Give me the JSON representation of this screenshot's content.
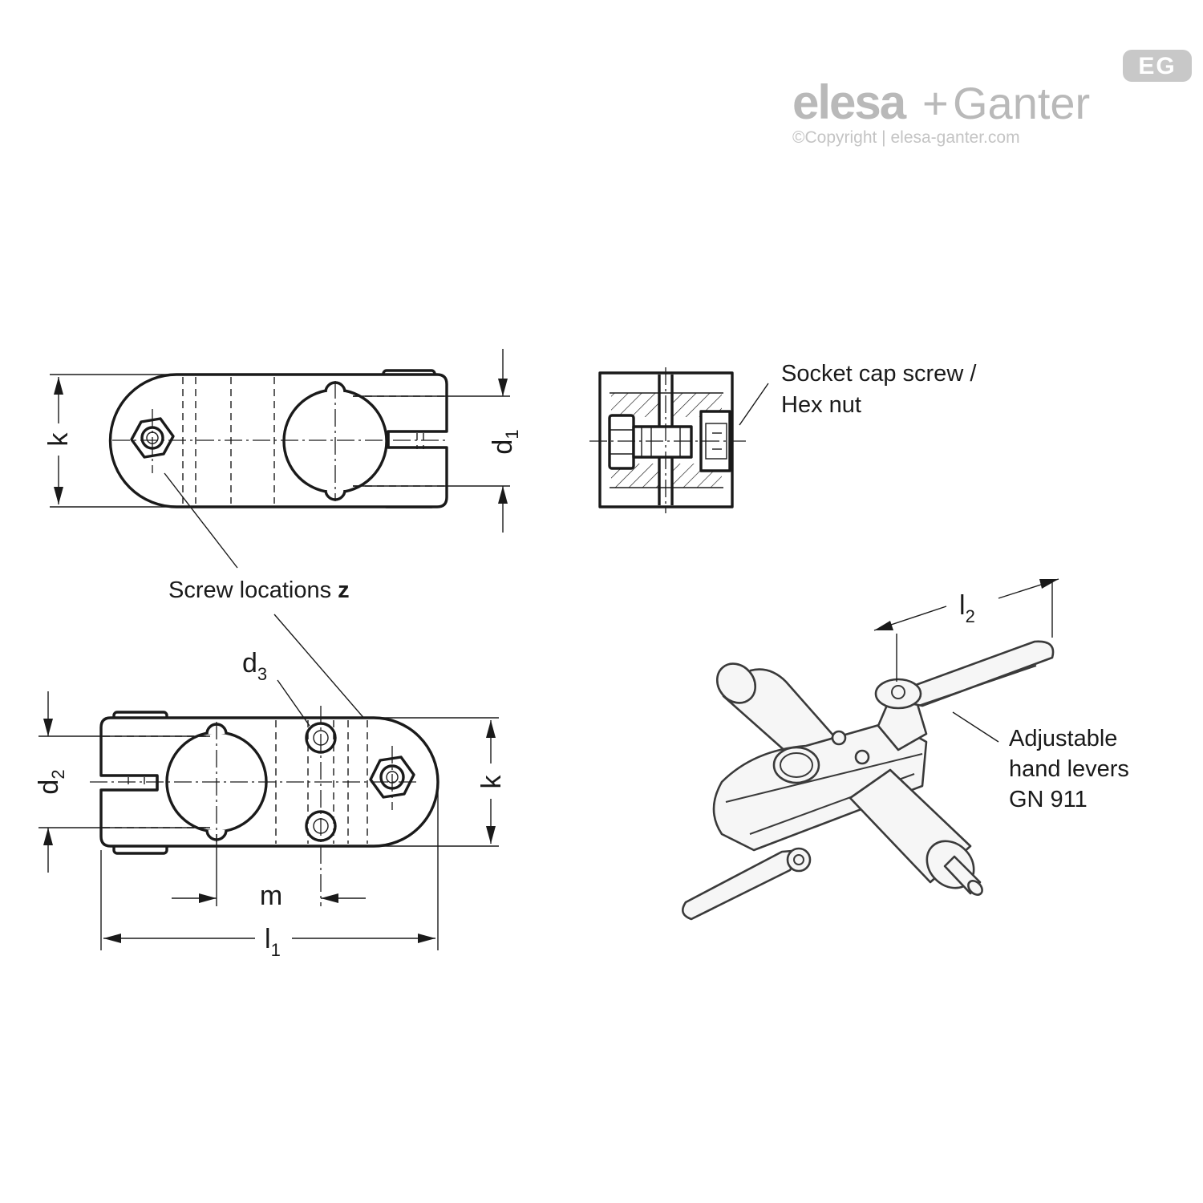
{
  "brand": {
    "wordmark_left": "elesa",
    "wordmark_plus": "+",
    "wordmark_right": "Ganter",
    "badge": "EG",
    "copyright": "©Copyright | elesa-ganter.com"
  },
  "labels": {
    "screw_locations": "Screw locations",
    "screw_locations_var": "z",
    "socket_screw_line1": "Socket cap screw /",
    "socket_screw_line2": "Hex nut",
    "levers_line1": "Adjustable",
    "levers_line2": "hand levers",
    "levers_line3": "GN 911"
  },
  "dimensions": {
    "k_top": "k",
    "d1": "d",
    "d1_sub": "1",
    "d2": "d",
    "d2_sub": "2",
    "d3": "d",
    "d3_sub": "3",
    "k_bottom": "k",
    "m": "m",
    "l1": "l",
    "l1_sub": "1",
    "l2": "l",
    "l2_sub": "2"
  },
  "colors": {
    "line": "#1a1a1a",
    "logo_grey": "#b9b9b9"
  }
}
